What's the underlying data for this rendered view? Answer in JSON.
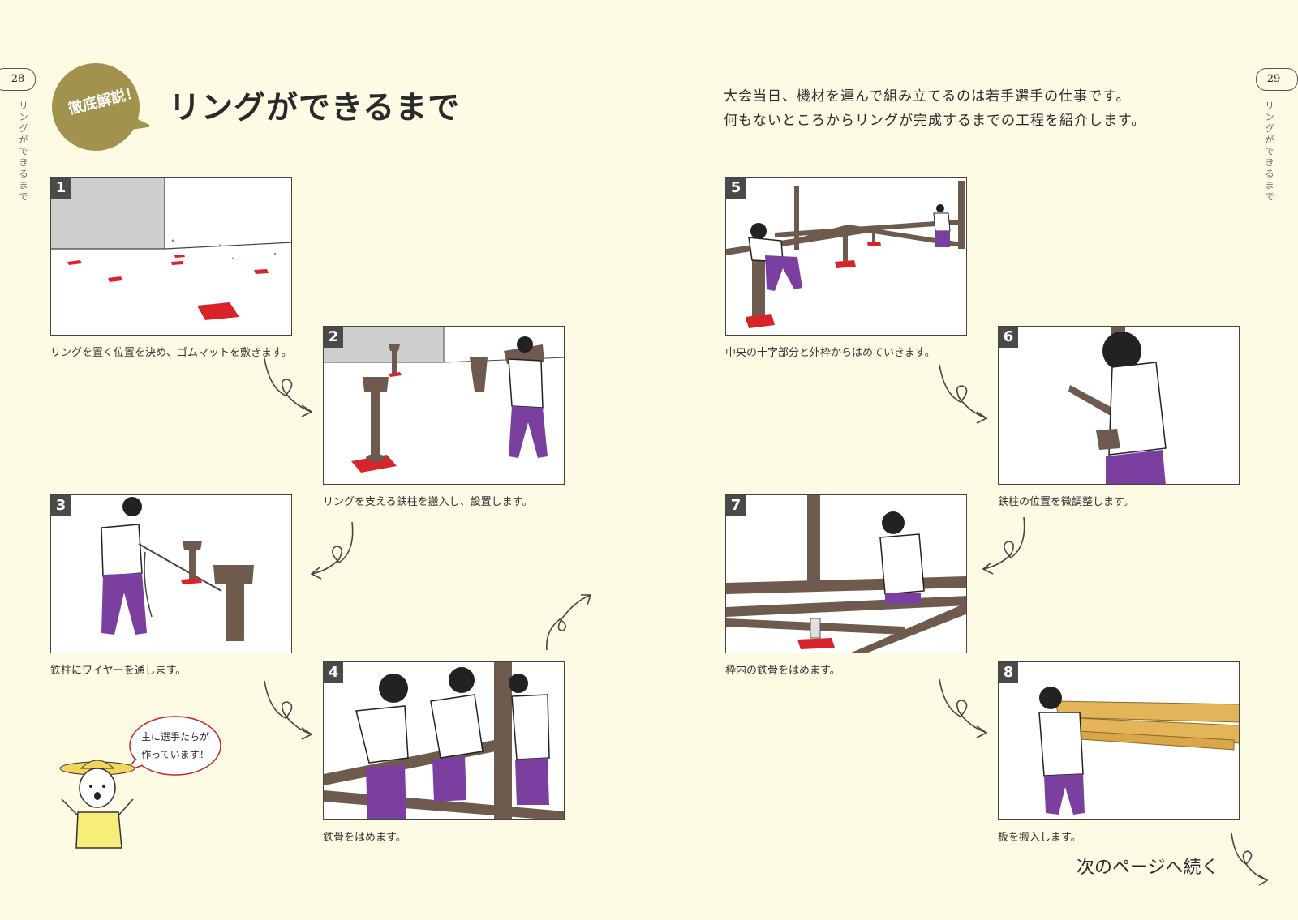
{
  "page_numbers": {
    "left": "28",
    "right": "29"
  },
  "running_head": "リングができるまで",
  "badge_label": "徹底解説！",
  "title": "リングができるまで",
  "intro": [
    "大会当日、機材を運んで組み立てるのは若手選手の仕事です。",
    "何もないところからリングが完成するまでの工程を紹介します。"
  ],
  "steps": [
    {
      "num": "1",
      "caption": "リングを置く位置を決め、ゴムマットを敷きます。"
    },
    {
      "num": "2",
      "caption": "リングを支える鉄柱を搬入し、設置します。"
    },
    {
      "num": "3",
      "caption": "鉄柱にワイヤーを通します。"
    },
    {
      "num": "4",
      "caption": "鉄骨をはめます。"
    },
    {
      "num": "5",
      "caption": "中央の十字部分と外枠からはめていきます。"
    },
    {
      "num": "6",
      "caption": "鉄柱の位置を微調整します。"
    },
    {
      "num": "7",
      "caption": "枠内の鉄骨をはめます。"
    },
    {
      "num": "8",
      "caption": "板を搬入します。"
    }
  ],
  "speech_bubble": [
    "主に選手たちが",
    "作っています！"
  ],
  "next_page": "次のページへ続く",
  "colors": {
    "badge": "#a1924e",
    "mat_red": "#d8232a",
    "pants": "#7b3fa0",
    "steel": "#6f5a4e",
    "board": "#e3b458",
    "background": "#fdfbe3"
  }
}
